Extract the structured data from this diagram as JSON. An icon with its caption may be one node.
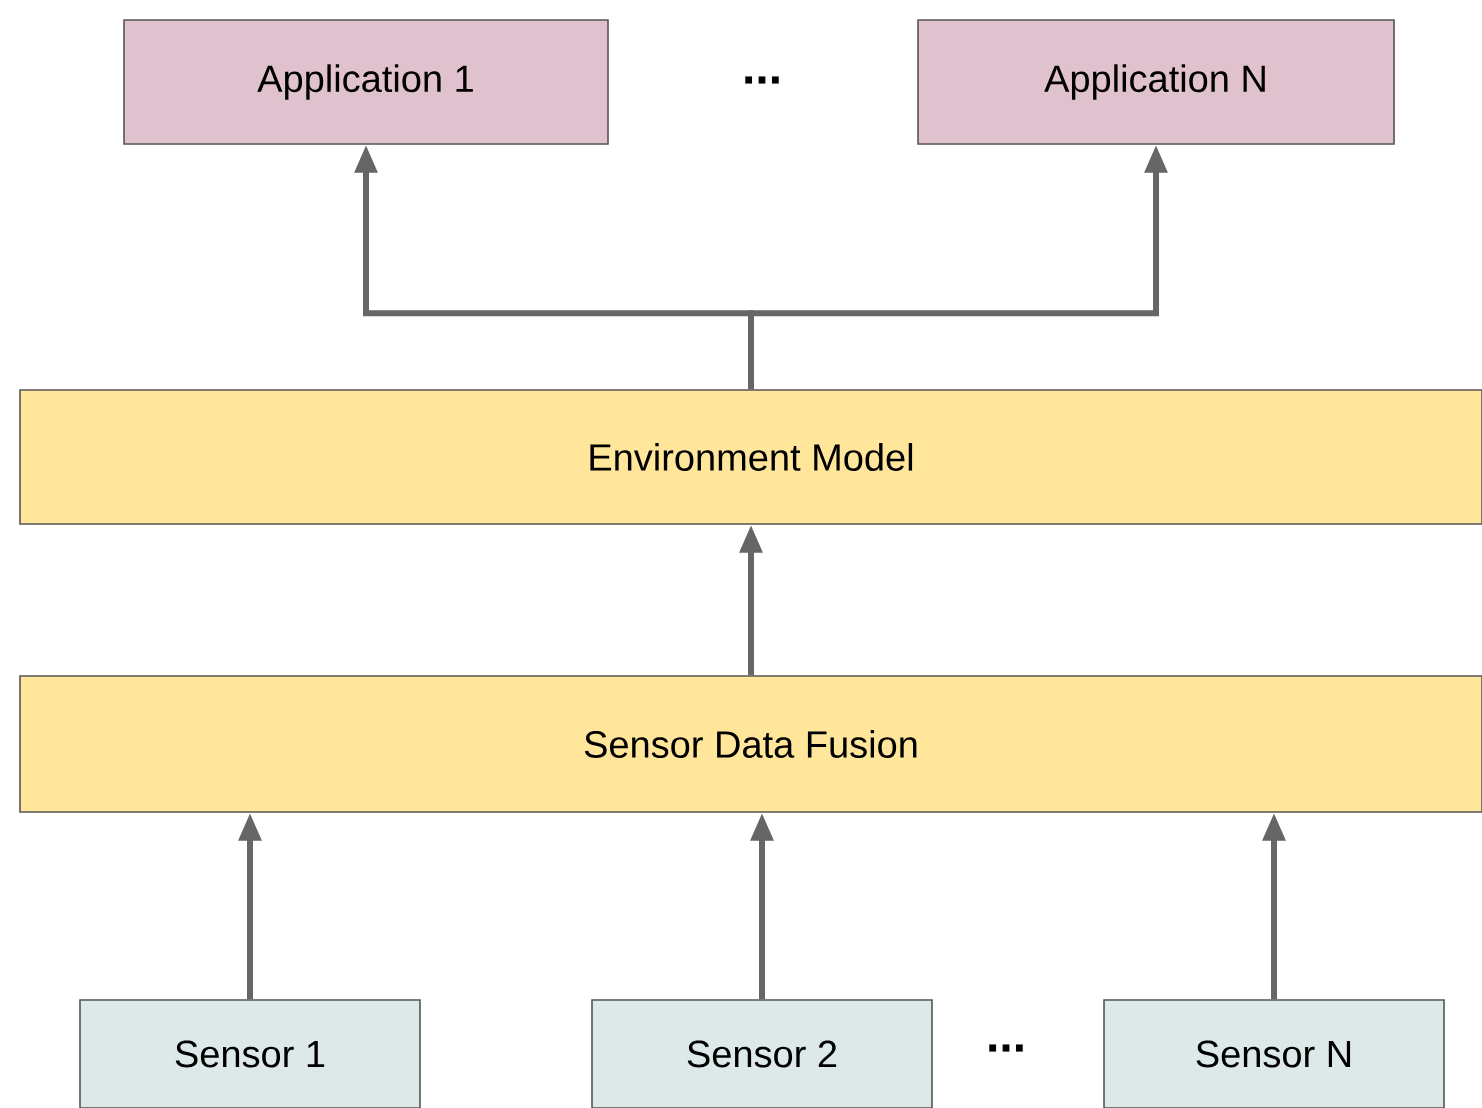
{
  "diagram": {
    "nodes": [
      {
        "text": [
          "Application 1"
        ]
      },
      {
        "text": [
          "Application N"
        ]
      },
      {
        "text": [
          "Environment Model"
        ]
      },
      {
        "text": [
          "Sensor Data Fusion"
        ]
      },
      {
        "text": [
          "Sensor 1"
        ]
      },
      {
        "text": [
          "Sensor 2"
        ]
      },
      {
        "text": [
          "Sensor N"
        ]
      }
    ],
    "edges": [
      {
        "from": 2,
        "to": 0,
        "arrow": "to"
      },
      {
        "from": 2,
        "to": 1,
        "arrow": "to"
      },
      {
        "from": 3,
        "to": 2,
        "arrow": "to"
      },
      {
        "from": 4,
        "to": 3,
        "arrow": "to"
      },
      {
        "from": 5,
        "to": 3,
        "arrow": "to"
      },
      {
        "from": 6,
        "to": 3,
        "arrow": "to"
      }
    ],
    "labels": [
      "...",
      "..."
    ]
  }
}
